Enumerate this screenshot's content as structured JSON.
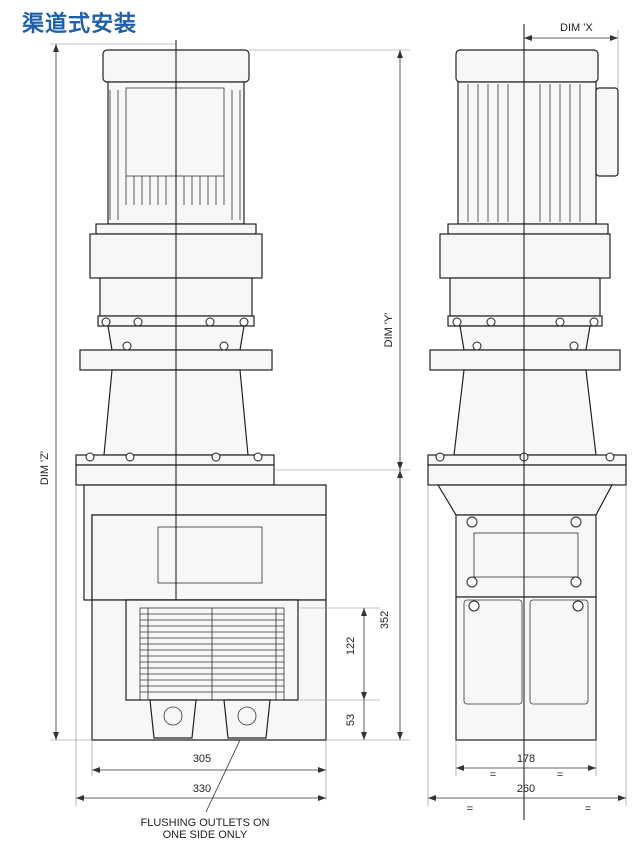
{
  "title": "渠道式安装",
  "dims": {
    "dim_x": "DIM 'X",
    "dim_y": "DIM 'Y'",
    "dim_z": "DIM 'Z'",
    "d352": "352",
    "d122": "122",
    "d53": "53",
    "d305": "305",
    "d330": "330",
    "d178": "178",
    "d260": "260",
    "eq": "="
  },
  "note": {
    "line1": "FLUSHING OUTLETS ON",
    "line2": "ONE SIDE ONLY"
  }
}
